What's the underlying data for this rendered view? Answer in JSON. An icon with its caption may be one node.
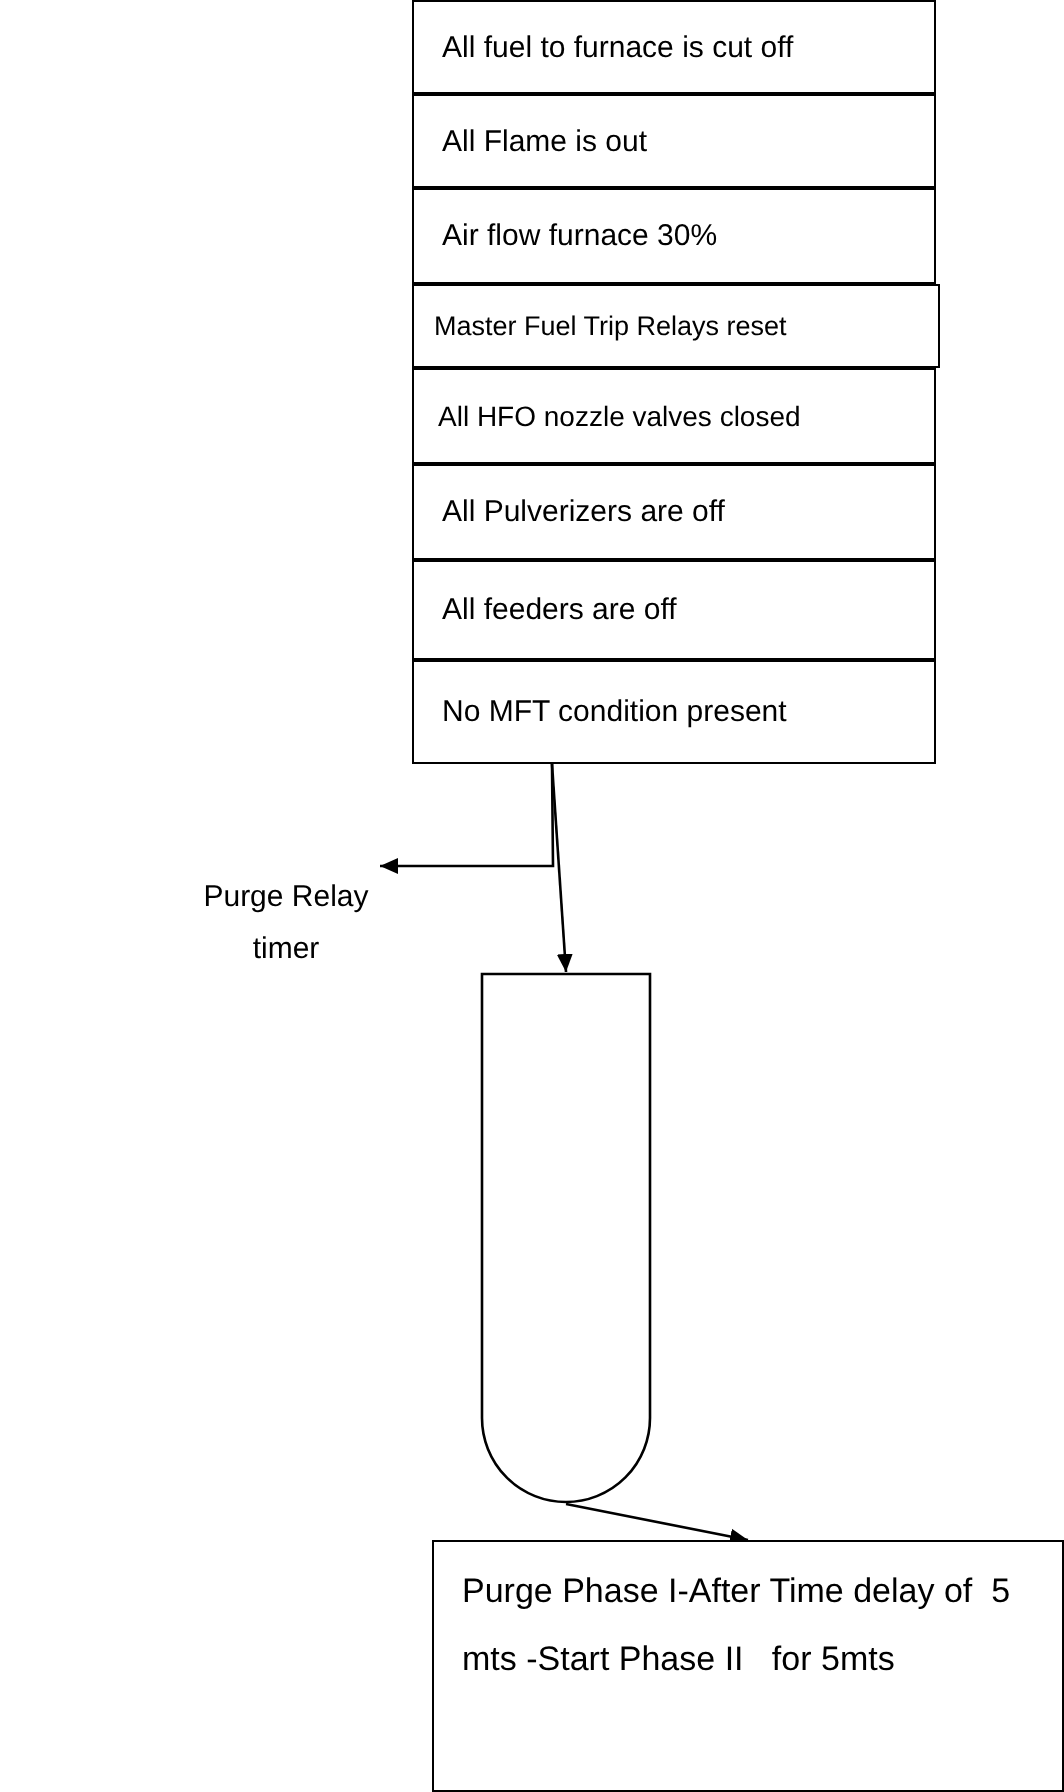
{
  "diagram": {
    "nodes": [
      {
        "text": [
          "All fuel to furnace is cut off"
        ]
      },
      {
        "text": [
          "All Flame is out"
        ]
      },
      {
        "text": [
          "Air flow furnace 30%"
        ]
      },
      {
        "text": [
          "Master Fuel Trip Relays reset"
        ]
      },
      {
        "text": [
          "All HFO nozzle valves closed"
        ]
      },
      {
        "text": [
          "All Pulverizers are off"
        ]
      },
      {
        "text": [
          "All feeders are off"
        ]
      },
      {
        "text": [
          "No MFT condition present"
        ]
      },
      {
        "text": [
          "Purge Relay timer"
        ]
      },
      {
        "text": [],
        "shape": "gate"
      },
      {
        "text": [
          "Purge Phase I-After Time delay of  5 mts -Start Phase II   for 5mts"
        ]
      }
    ],
    "edges": [
      {
        "from": 7,
        "to": 9,
        "arrow": "to"
      },
      {
        "from": 7,
        "to": 8,
        "arrow": "to"
      },
      {
        "from": 9,
        "to": 10,
        "arrow": "to"
      }
    ]
  }
}
